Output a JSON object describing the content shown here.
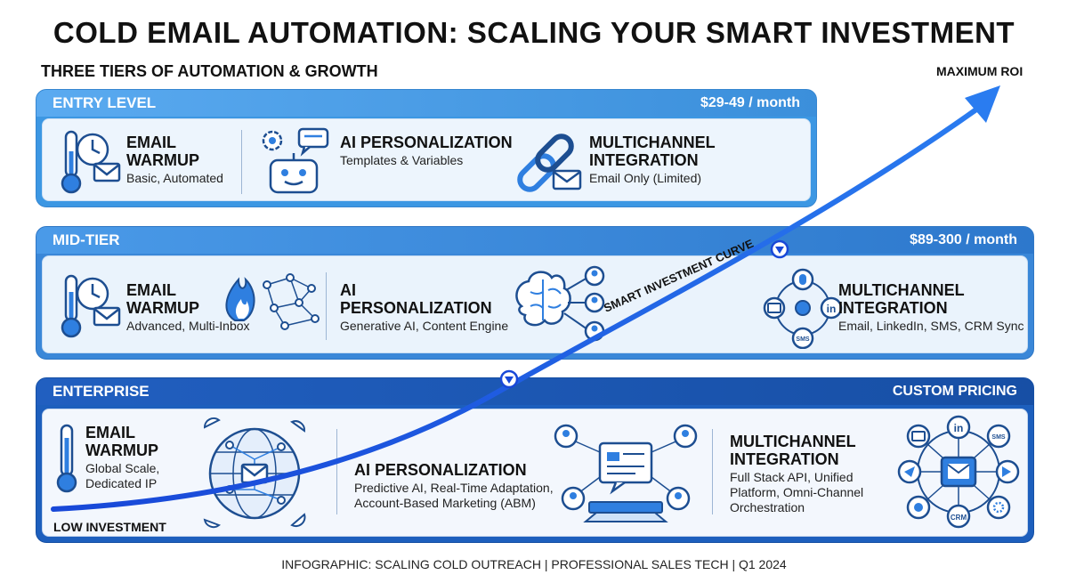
{
  "title": "COLD EMAIL AUTOMATION: SCALING YOUR SMART INVESTMENT",
  "subtitle": "THREE TIERS OF AUTOMATION & GROWTH",
  "max_roi": "MAXIMUM ROI",
  "low_investment": "LOW INVESTMENT",
  "curve_label": "SMART INVESTMENT CURVE",
  "footer": "INFOGRAPHIC: SCALING COLD OUTREACH | PROFESSIONAL SALES TECH | Q1 2024",
  "colors": {
    "accent": "#1a56e0",
    "entry": "#3c97e3",
    "mid": "#3a87d8",
    "enterprise": "#1d5fbd"
  },
  "tiers": {
    "entry": {
      "name": "ENTRY LEVEL",
      "price": "$29-49 / month",
      "warmup": {
        "title": "EMAIL WARMUP",
        "desc": "Basic, Automated",
        "icon": "thermometer-clock-envelope-icon"
      },
      "ai": {
        "title": "AI PERSONALIZATION",
        "desc": "Templates & Variables",
        "icon": "robot-gear-chat-icon"
      },
      "multi": {
        "title": "MULTICHANNEL INTEGRATION",
        "desc": "Email Only (Limited)",
        "icon": "chain-link-envelope-icon"
      }
    },
    "mid": {
      "name": "MID-TIER",
      "price": "$89-300 / month",
      "warmup": {
        "title": "EMAIL WARMUP",
        "desc": "Advanced, Multi-Inbox",
        "icon": "thermometer-flame-network-icon"
      },
      "ai": {
        "title": "AI PERSONALIZATION",
        "desc": "Generative AI, Content Engine",
        "icon": "brain-users-icon"
      },
      "multi": {
        "title": "MULTICHANNEL INTEGRATION",
        "desc": "Email, LinkedIn, SMS, CRM Sync",
        "icon": "hub-channels-icon",
        "badges": [
          "in",
          "SMS"
        ]
      }
    },
    "enterprise": {
      "name": "ENTERPRISE",
      "price": "CUSTOM PRICING",
      "warmup": {
        "title": "EMAIL WARMUP",
        "desc": "Global Scale, Dedicated IP",
        "icon": "globe-satellite-icon"
      },
      "ai": {
        "title": "AI PERSONALIZATION",
        "desc": "Predictive AI, Real-Time Adaptation, Account-Based Marketing (ABM)",
        "icon": "platform-users-icon"
      },
      "multi": {
        "title": "MULTICHANNEL INTEGRATION",
        "desc": "Full Stack API, Unified Platform, Omni-Channel Orchestration",
        "icon": "omnichannel-hub-icon",
        "badges": [
          "in",
          "SMS",
          "CRM"
        ]
      }
    }
  }
}
